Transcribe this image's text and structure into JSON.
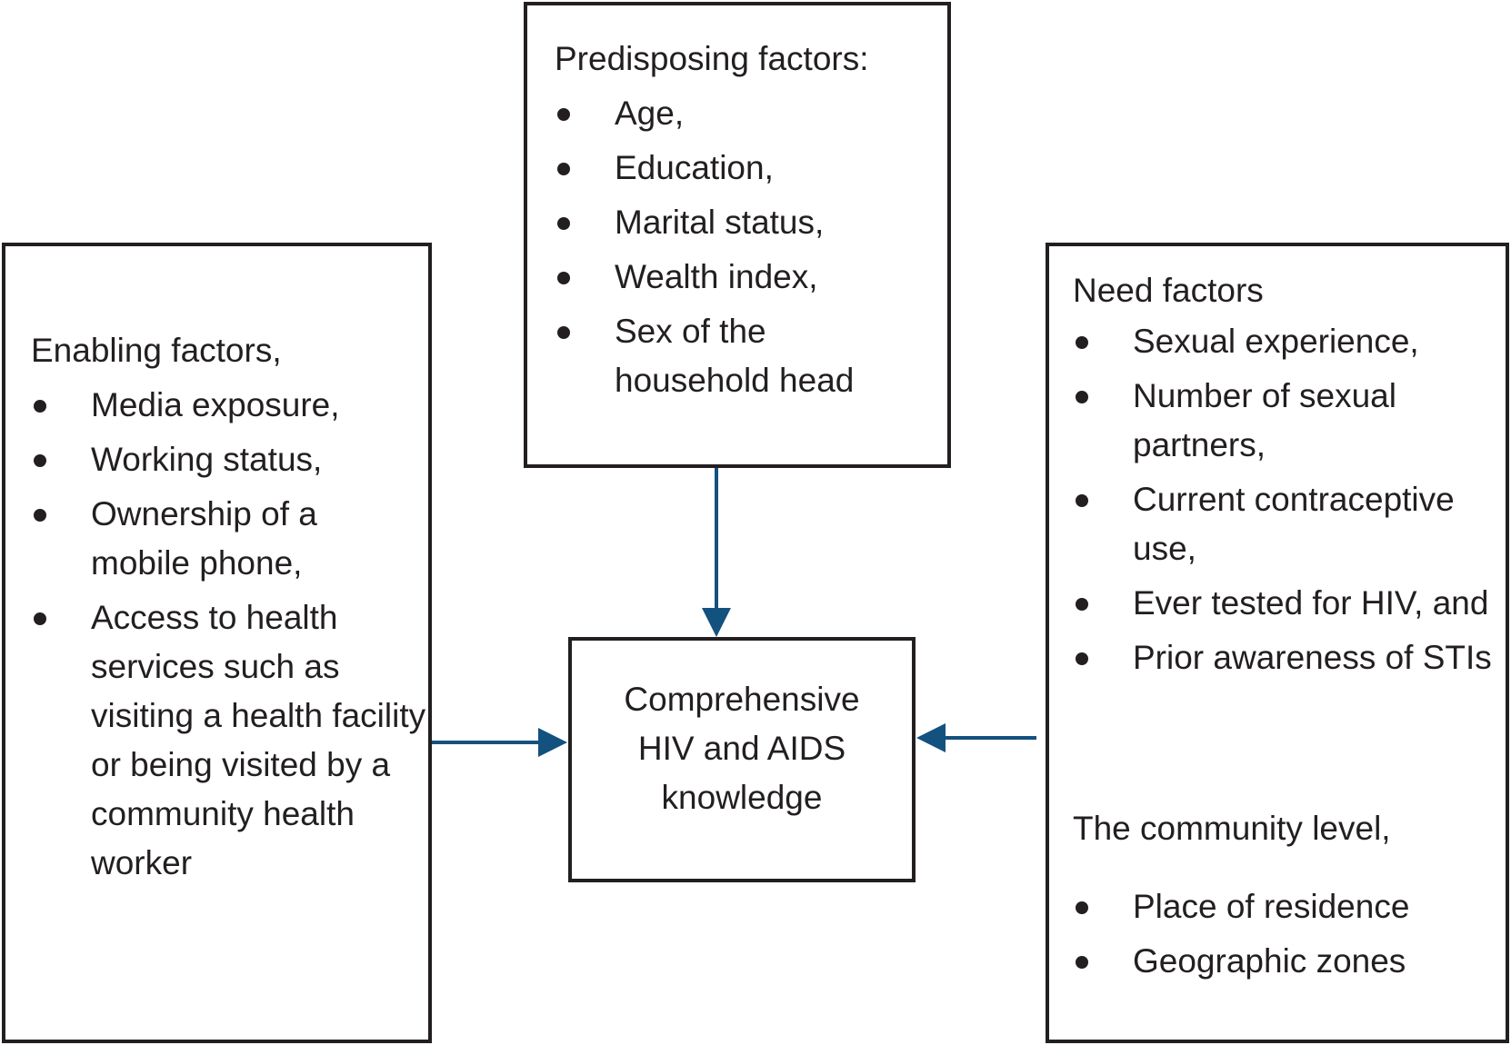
{
  "colors": {
    "border": "#231f20",
    "arrow": "#13517f",
    "text": "#231f20"
  },
  "predisposing": {
    "heading": "Predisposing factors:",
    "items": [
      "Age,",
      "Education,",
      "Marital status,",
      "Wealth index,",
      "Sex of the household head"
    ]
  },
  "enabling": {
    "heading": "Enabling factors,",
    "items": [
      "Media exposure,",
      "Working status,",
      "Ownership of a mobile phone,",
      "Access to health services such as visiting a health facility or being visited by a community health worker"
    ]
  },
  "need": {
    "heading": "Need factors",
    "items": [
      "Sexual experience,",
      "Number of sexual partners,",
      "Current contraceptive use,",
      "Ever tested for HIV, and",
      "Prior awareness of STIs"
    ],
    "community_heading": "The community level,",
    "community_items": [
      "Place of residence",
      "Geographic zones"
    ]
  },
  "outcome": {
    "label": "Comprehensive HIV and AIDS knowledge"
  }
}
